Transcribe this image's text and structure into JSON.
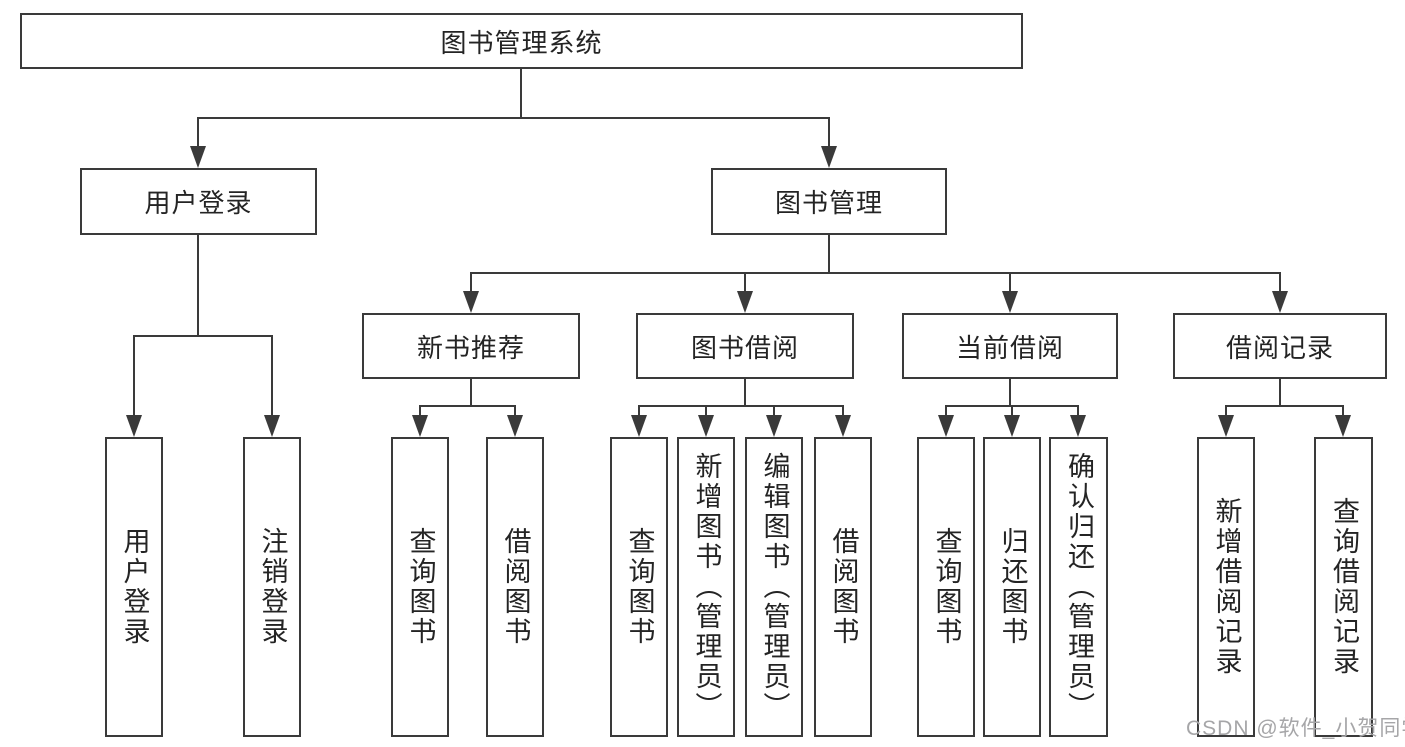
{
  "diagram": {
    "root": "图书管理系统",
    "level2": [
      "用户登录",
      "图书管理"
    ],
    "level3": [
      "新书推荐",
      "图书借阅",
      "当前借阅",
      "借阅记录"
    ],
    "leaves": {
      "user_login": [
        "用户登录",
        "注销登录"
      ],
      "new_book_recommend": [
        "查询图书",
        "借阅图书"
      ],
      "book_borrow": [
        "查询图书",
        "新增图书（管理员）",
        "编辑图书（管理员）",
        "借阅图书"
      ],
      "current_borrow": [
        "查询图书",
        "归还图书",
        "确认归还（管理员）"
      ],
      "borrow_records": [
        "新增借阅记录",
        "查询借阅记录"
      ]
    }
  },
  "watermark": "CSDN @软件_小贺同学",
  "colors": {
    "line": "#3a3a3a",
    "text": "#242424",
    "watermark": "#a6a6a8",
    "background": "#ffffff"
  }
}
